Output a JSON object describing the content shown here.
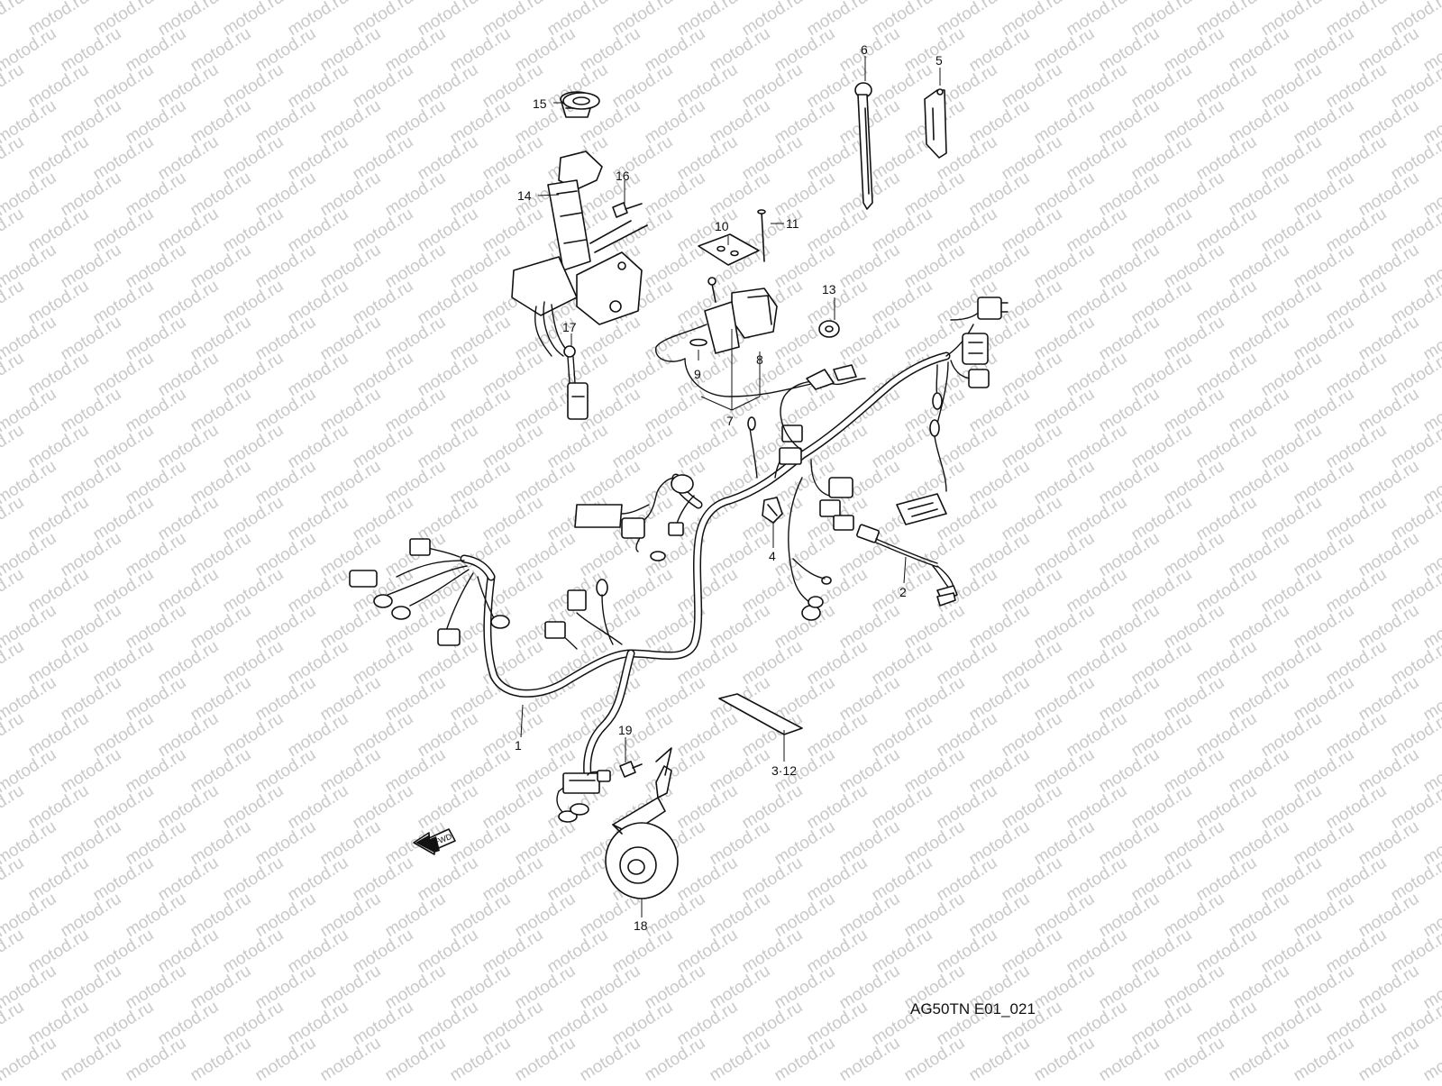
{
  "watermark": {
    "text": "motod.ru",
    "color": "#c9c9c9"
  },
  "drawing_code": "AG50TN E01_021",
  "fwd_label": "FWD",
  "callouts": [
    {
      "id": "c1",
      "text": "1"
    },
    {
      "id": "c2",
      "text": "2"
    },
    {
      "id": "c3",
      "text": "3·12"
    },
    {
      "id": "c4",
      "text": "4"
    },
    {
      "id": "c5",
      "text": "5"
    },
    {
      "id": "c6",
      "text": "6"
    },
    {
      "id": "c7",
      "text": "7"
    },
    {
      "id": "c8",
      "text": "8"
    },
    {
      "id": "c9",
      "text": "9"
    },
    {
      "id": "c10",
      "text": "10"
    },
    {
      "id": "c11",
      "text": "11"
    },
    {
      "id": "c13",
      "text": "13"
    },
    {
      "id": "c14",
      "text": "14"
    },
    {
      "id": "c15",
      "text": "15"
    },
    {
      "id": "c16",
      "text": "16"
    },
    {
      "id": "c17",
      "text": "17"
    },
    {
      "id": "c18",
      "text": "18"
    },
    {
      "id": "c19",
      "text": "19"
    }
  ]
}
